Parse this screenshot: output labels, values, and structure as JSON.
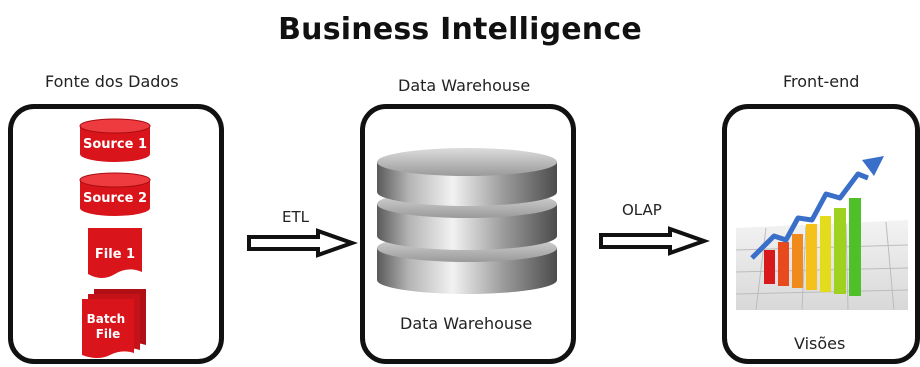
{
  "title": "Business Intelligence",
  "sections": {
    "sources": {
      "label": "Fonte dos Dados",
      "items": [
        "Source 1",
        "Source 2",
        "File 1",
        "Batch File"
      ]
    },
    "warehouse": {
      "label": "Data Warehouse",
      "inner_label": "Data Warehouse"
    },
    "frontend": {
      "label": "Front-end",
      "inner_label": "Visões"
    }
  },
  "connectors": {
    "etl": "ETL",
    "olap": "OLAP"
  },
  "colors": {
    "source_red": "#d9141b",
    "panel_border": "#111111",
    "chart_arrow": "#3a6fc9"
  },
  "icons": [
    "database-cylinder-icon",
    "document-icon",
    "stacked-documents-icon",
    "server-stack-icon",
    "bar-chart-icon",
    "arrow-right-icon"
  ]
}
